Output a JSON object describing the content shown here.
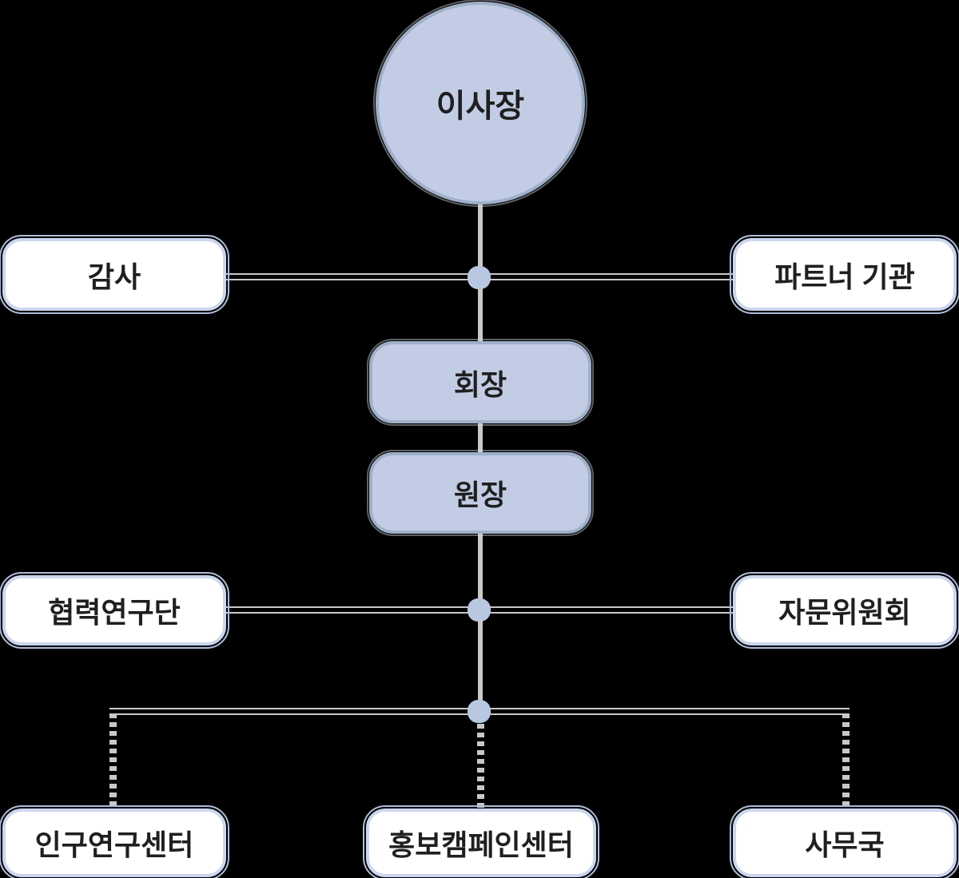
{
  "diagram": {
    "type": "org-chart",
    "background": "#000000",
    "colors": {
      "filled_node_fill": "#c2cde5",
      "filled_node_border": "#9fb0c8",
      "outline_node_fill": "#ffffff",
      "outline_node_border": "#cbd6ee",
      "outline_node_outer_line": "#aebcd8",
      "connector_line": "#c8c8c8",
      "junction_dot": "#b9c7e1",
      "text": "#1f1f1f"
    },
    "nodes": {
      "chairman": {
        "label": "이사장",
        "shape": "circle",
        "variant": "filled"
      },
      "audit": {
        "label": "감사",
        "shape": "rounded-rect",
        "variant": "outline"
      },
      "partner": {
        "label": "파트너 기관",
        "shape": "rounded-rect",
        "variant": "outline"
      },
      "president": {
        "label": "회장",
        "shape": "rounded-rect",
        "variant": "filled"
      },
      "director": {
        "label": "원장",
        "shape": "rounded-rect",
        "variant": "filled"
      },
      "research_group": {
        "label": "협력연구단",
        "shape": "rounded-rect",
        "variant": "outline"
      },
      "advisory": {
        "label": "자문위원회",
        "shape": "rounded-rect",
        "variant": "outline"
      },
      "population_center": {
        "label": "인구연구센터",
        "shape": "rounded-rect",
        "variant": "outline"
      },
      "pr_center": {
        "label": "홍보캠페인센터",
        "shape": "rounded-rect",
        "variant": "outline"
      },
      "secretariat": {
        "label": "사무국",
        "shape": "rounded-rect",
        "variant": "outline"
      }
    },
    "edges": [
      {
        "from": "chairman",
        "to": "president",
        "style": "solid"
      },
      {
        "from": "chairman",
        "to": "audit",
        "style": "double"
      },
      {
        "from": "chairman",
        "to": "partner",
        "style": "double"
      },
      {
        "from": "president",
        "to": "director",
        "style": "solid"
      },
      {
        "from": "director",
        "to": "research_group",
        "style": "double"
      },
      {
        "from": "director",
        "to": "advisory",
        "style": "double"
      },
      {
        "from": "director",
        "to": "population_center",
        "style": "dashed"
      },
      {
        "from": "director",
        "to": "pr_center",
        "style": "dashed"
      },
      {
        "from": "director",
        "to": "secretariat",
        "style": "dashed"
      }
    ]
  }
}
